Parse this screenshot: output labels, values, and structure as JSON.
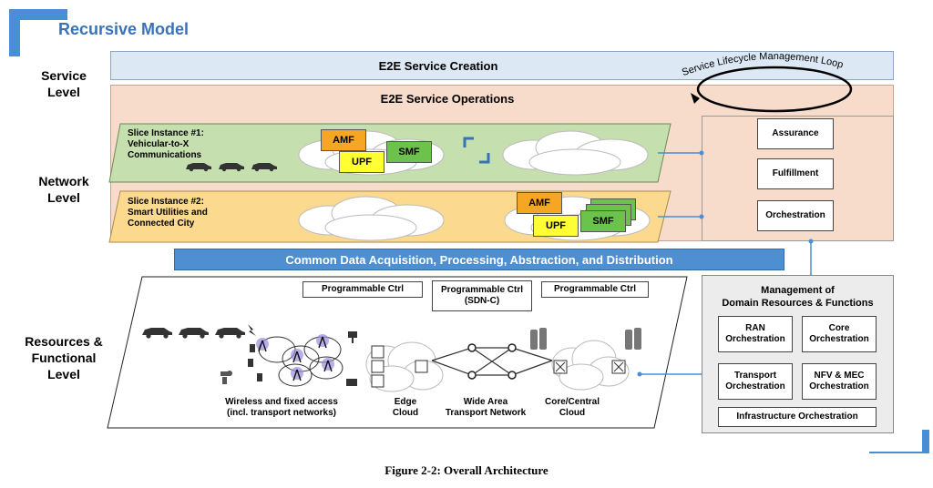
{
  "title": "Recursive Model",
  "levels": {
    "service": [
      "Service",
      "Level"
    ],
    "network": [
      "Network",
      "Level"
    ],
    "resources": [
      "Resources &",
      "Functional",
      "Level"
    ]
  },
  "service": {
    "creation": "E2E Service Creation",
    "operations": "E2E Service Operations",
    "loop_label": "Service Lifecycle Management Loop"
  },
  "slices": [
    {
      "label": [
        "Slice Instance #1:",
        "Vehicular-to-X",
        "Communications"
      ]
    },
    {
      "label": [
        "Slice Instance #2:",
        "Smart Utilities and",
        "Connected City"
      ]
    }
  ],
  "nfs": {
    "amf": "AMF",
    "upf": "UPF",
    "smf": "SMF"
  },
  "orchestrator": {
    "assurance": "Assurance",
    "fulfillment": "Fulfillment",
    "orchestration": "Orchestration"
  },
  "common_data": "Common Data Acquisition, Processing, Abstraction, and Distribution",
  "controllers": [
    "Programmable Ctrl",
    "Programmable Ctrl",
    "(SDN-C)",
    "Programmable Ctrl"
  ],
  "resources": {
    "wireless": [
      "Wireless and fixed access",
      "(incl. transport networks)"
    ],
    "edge": [
      "Edge",
      "Cloud"
    ],
    "wan": [
      "Wide Area",
      "Transport Network"
    ],
    "core": [
      "Core/Central",
      "Cloud"
    ]
  },
  "management": {
    "title": [
      "Management of",
      "Domain Resources & Functions"
    ],
    "ran": [
      "RAN",
      "Orchestration"
    ],
    "core": [
      "Core",
      "Orchestration"
    ],
    "transport": [
      "Transport",
      "Orchestration"
    ],
    "nfv": [
      "NFV & MEC",
      "Orchestration"
    ],
    "infra": "Infrastructure Orchestration"
  },
  "caption": "Figure 2-2: Overall Architecture",
  "colors": {
    "accent_blue": "#3a72b8",
    "creation_bar": "#dce9f5",
    "operations_bar": "#f8dccb",
    "slice1": "#c6dfae",
    "slice2": "#fbd98f",
    "common_bar": "#4d8fd0",
    "amf": "#f5a623",
    "upf": "#ffff33",
    "smf": "#6cc24a",
    "mgmt_bg": "#ececec"
  }
}
